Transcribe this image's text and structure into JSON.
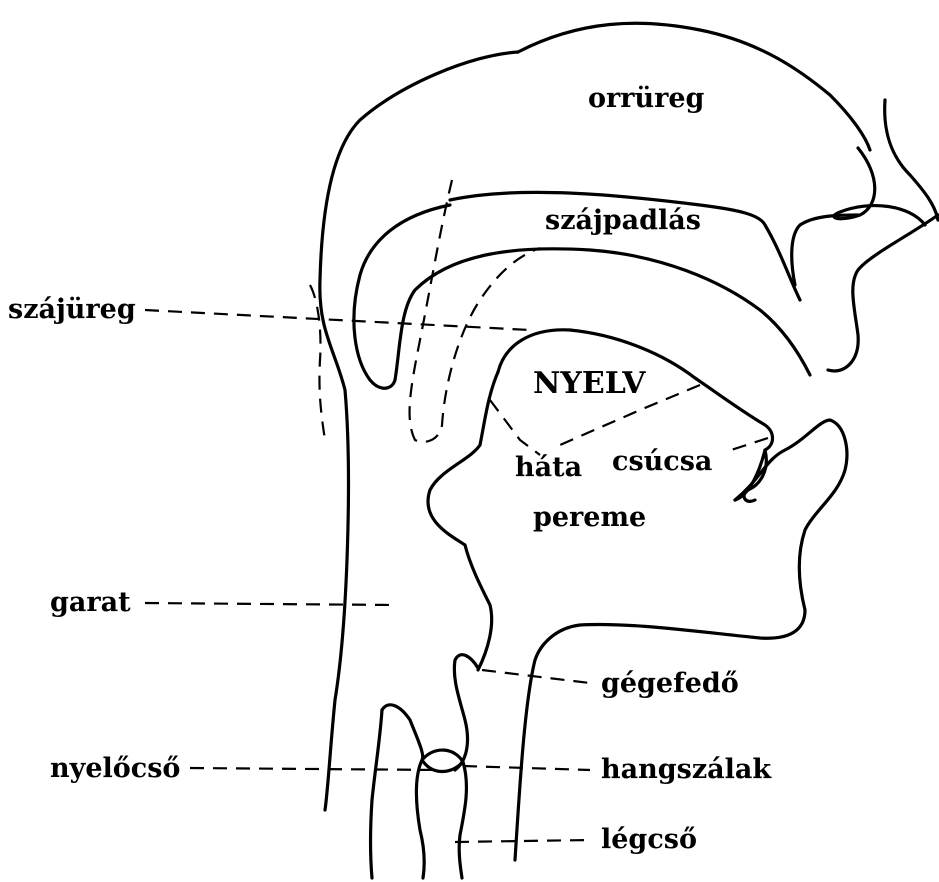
{
  "labels": {
    "nasal_cavity": "orrüreg",
    "palate": "szájpadlás",
    "oral_cavity": "szájüreg",
    "tongue": "NYELV",
    "tongue_back": "háta",
    "tongue_tip": "csúcsa",
    "tongue_edge": "pereme",
    "pharynx": "garat",
    "epiglottis": "gégefedő",
    "esophagus": "nyelőcső",
    "vocal_cords": "hangszálak",
    "trachea": "légcső"
  }
}
